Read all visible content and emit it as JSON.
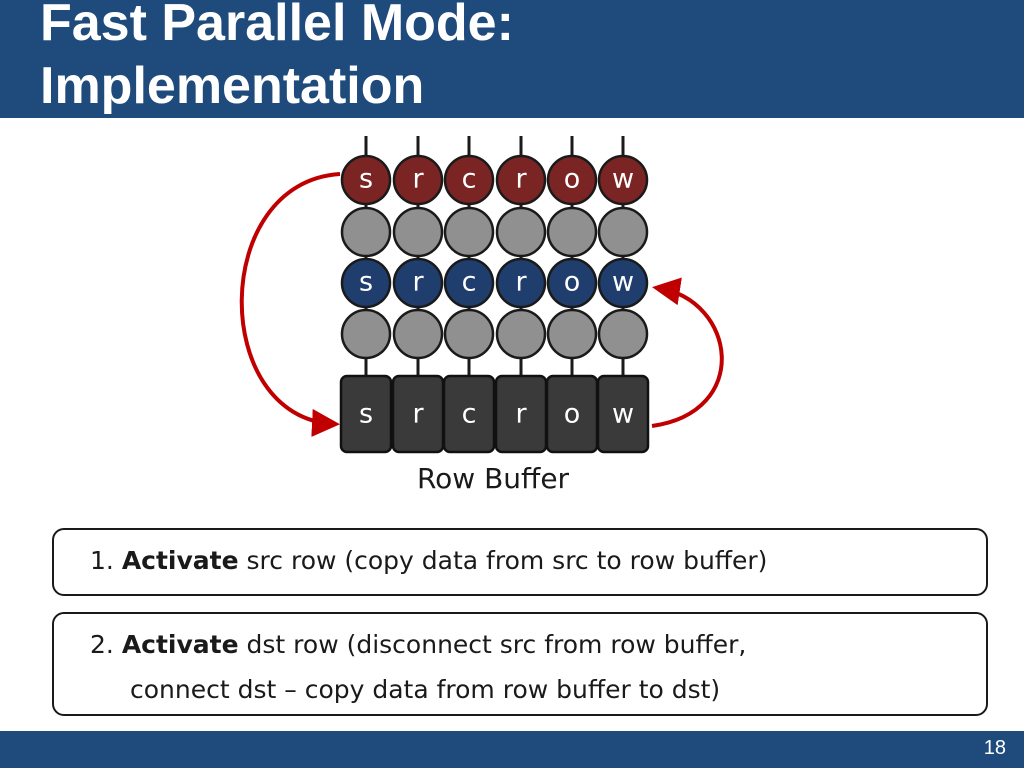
{
  "slide": {
    "title_lines": [
      "Fast Parallel Mode:",
      "Implementation"
    ],
    "page_number": "18"
  },
  "diagram": {
    "src_row_letters": [
      "s",
      "r",
      "c",
      "r",
      "o",
      "w"
    ],
    "dst_row_letters": [
      "s",
      "r",
      "c",
      "r",
      "o",
      "w"
    ],
    "buffer_letters": [
      "s",
      "r",
      "c",
      "r",
      "o",
      "w"
    ],
    "row_buffer_label": "Row Buffer",
    "colors": {
      "src_row": "#7a2424",
      "dst_row": "#1f3e6e",
      "empty_cell": "#909090",
      "buffer": "#3a3a3a",
      "arrow": "#c00000",
      "header": "#1f4a7c"
    }
  },
  "steps": [
    {
      "number": "1.",
      "keyword": "Activate",
      "text": " src row (copy data from src to row buffer)"
    },
    {
      "number": "2.",
      "keyword": "Activate",
      "text": " dst row (disconnect src from row buffer,",
      "text_line2": "connect dst – copy data from row buffer to dst)"
    }
  ]
}
